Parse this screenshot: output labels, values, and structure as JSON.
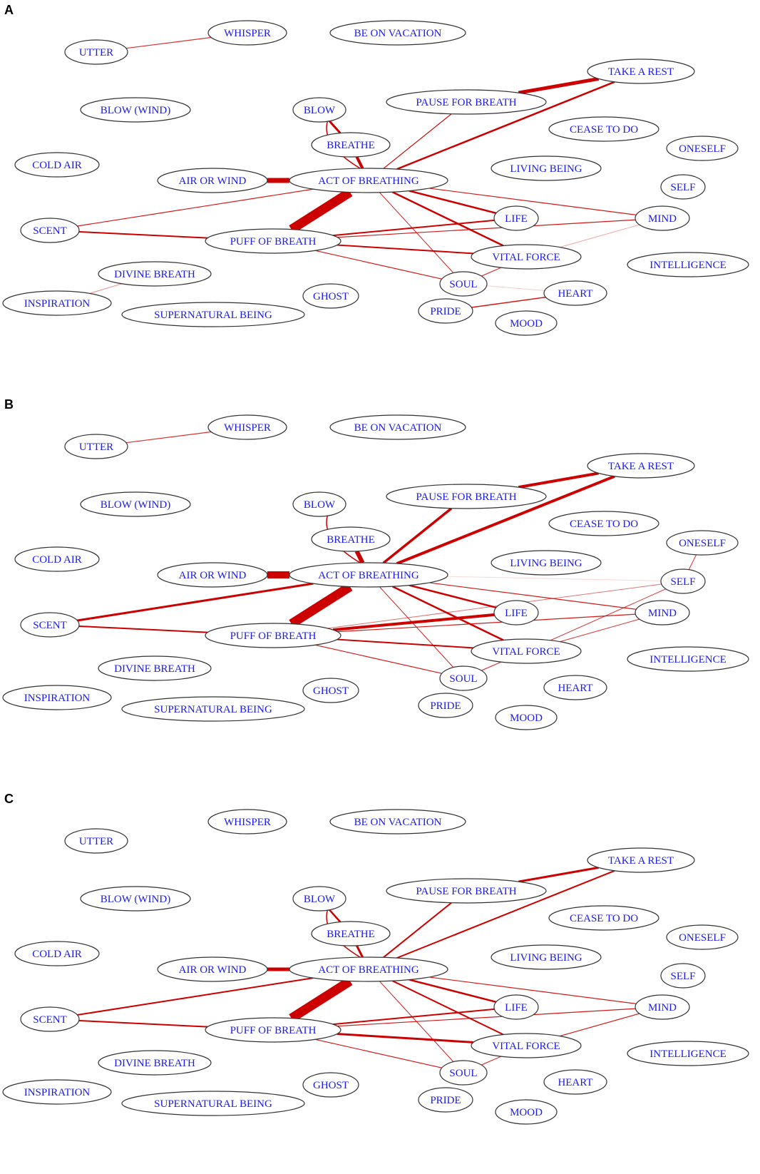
{
  "panels": [
    {
      "label": "A",
      "nodes": [
        {
          "id": "whisper",
          "label": "WHISPER"
        },
        {
          "id": "vacation",
          "label": "BE ON VACATION"
        },
        {
          "id": "utter",
          "label": "UTTER"
        },
        {
          "id": "take_rest",
          "label": "TAKE A REST"
        },
        {
          "id": "pause",
          "label": "PAUSE FOR BREATH"
        },
        {
          "id": "blow_wind",
          "label": "BLOW (WIND)"
        },
        {
          "id": "blow",
          "label": "BLOW"
        },
        {
          "id": "cease",
          "label": "CEASE TO DO"
        },
        {
          "id": "breathe",
          "label": "BREATHE"
        },
        {
          "id": "oneself",
          "label": "ONESELF"
        },
        {
          "id": "cold_air",
          "label": "COLD AIR"
        },
        {
          "id": "living",
          "label": "LIVING BEING"
        },
        {
          "id": "air_wind",
          "label": "AIR OR WIND"
        },
        {
          "id": "act",
          "label": "ACT OF BREATHING"
        },
        {
          "id": "self",
          "label": "SELF"
        },
        {
          "id": "life",
          "label": "LIFE"
        },
        {
          "id": "mind",
          "label": "MIND"
        },
        {
          "id": "scent",
          "label": "SCENT"
        },
        {
          "id": "puff",
          "label": "PUFF OF BREATH"
        },
        {
          "id": "vital",
          "label": "VITAL FORCE"
        },
        {
          "id": "intel",
          "label": "INTELLIGENCE"
        },
        {
          "id": "divine",
          "label": "DIVINE BREATH"
        },
        {
          "id": "soul",
          "label": "SOUL"
        },
        {
          "id": "ghost",
          "label": "GHOST"
        },
        {
          "id": "heart",
          "label": "HEART"
        },
        {
          "id": "inspiration",
          "label": "INSPIRATION"
        },
        {
          "id": "pride",
          "label": "PRIDE"
        },
        {
          "id": "super",
          "label": "SUPERNATURAL BEING"
        },
        {
          "id": "mood",
          "label": "MOOD"
        }
      ],
      "edges": [
        {
          "source": "utter",
          "target": "whisper",
          "weight": 1.2,
          "opacity": 0.8
        },
        {
          "source": "pause",
          "target": "take_rest",
          "weight": 5,
          "opacity": 1
        },
        {
          "source": "act",
          "target": "take_rest",
          "weight": 2.5,
          "opacity": 1
        },
        {
          "source": "act",
          "target": "pause",
          "weight": 1.2,
          "opacity": 1
        },
        {
          "source": "blow",
          "target": "breathe",
          "weight": 3,
          "opacity": 1
        },
        {
          "source": "blow",
          "target": "act",
          "weight": 1.5,
          "opacity": 1
        },
        {
          "source": "breathe",
          "target": "act",
          "weight": 4,
          "opacity": 1
        },
        {
          "source": "air_wind",
          "target": "act",
          "weight": 7,
          "opacity": 1
        },
        {
          "source": "act",
          "target": "puff",
          "weight": 13,
          "opacity": 1
        },
        {
          "source": "act",
          "target": "scent",
          "weight": 1.2,
          "opacity": 0.9
        },
        {
          "source": "act",
          "target": "life",
          "weight": 2.5,
          "opacity": 1
        },
        {
          "source": "act",
          "target": "vital",
          "weight": 2.5,
          "opacity": 1
        },
        {
          "source": "act",
          "target": "mind",
          "weight": 1.2,
          "opacity": 0.9
        },
        {
          "source": "act",
          "target": "soul",
          "weight": 1,
          "opacity": 0.9
        },
        {
          "source": "scent",
          "target": "puff",
          "weight": 2,
          "opacity": 1
        },
        {
          "source": "puff",
          "target": "life",
          "weight": 2,
          "opacity": 1
        },
        {
          "source": "puff",
          "target": "mind",
          "weight": 1.2,
          "opacity": 0.9
        },
        {
          "source": "puff",
          "target": "vital",
          "weight": 2,
          "opacity": 1
        },
        {
          "source": "puff",
          "target": "soul",
          "weight": 1.2,
          "opacity": 0.9
        },
        {
          "source": "vital",
          "target": "mind",
          "weight": 1,
          "opacity": 0.35
        },
        {
          "source": "soul",
          "target": "vital",
          "weight": 1.2,
          "opacity": 0.8
        },
        {
          "source": "soul",
          "target": "heart",
          "weight": 1,
          "opacity": 0.2
        },
        {
          "source": "pride",
          "target": "heart",
          "weight": 1.5,
          "opacity": 0.9
        },
        {
          "source": "inspiration",
          "target": "divine",
          "weight": 1,
          "opacity": 0.45
        }
      ]
    },
    {
      "label": "B",
      "nodes": [
        {
          "id": "whisper",
          "label": "WHISPER"
        },
        {
          "id": "vacation",
          "label": "BE ON VACATION"
        },
        {
          "id": "utter",
          "label": "UTTER"
        },
        {
          "id": "take_rest",
          "label": "TAKE A REST"
        },
        {
          "id": "pause",
          "label": "PAUSE FOR BREATH"
        },
        {
          "id": "blow_wind",
          "label": "BLOW (WIND)"
        },
        {
          "id": "blow",
          "label": "BLOW"
        },
        {
          "id": "cease",
          "label": "CEASE TO DO"
        },
        {
          "id": "breathe",
          "label": "BREATHE"
        },
        {
          "id": "oneself",
          "label": "ONESELF"
        },
        {
          "id": "cold_air",
          "label": "COLD AIR"
        },
        {
          "id": "living",
          "label": "LIVING BEING"
        },
        {
          "id": "air_wind",
          "label": "AIR OR WIND"
        },
        {
          "id": "act",
          "label": "ACT OF BREATHING"
        },
        {
          "id": "self",
          "label": "SELF"
        },
        {
          "id": "life",
          "label": "LIFE"
        },
        {
          "id": "mind",
          "label": "MIND"
        },
        {
          "id": "scent",
          "label": "SCENT"
        },
        {
          "id": "puff",
          "label": "PUFF OF BREATH"
        },
        {
          "id": "vital",
          "label": "VITAL FORCE"
        },
        {
          "id": "intel",
          "label": "INTELLIGENCE"
        },
        {
          "id": "divine",
          "label": "DIVINE BREATH"
        },
        {
          "id": "soul",
          "label": "SOUL"
        },
        {
          "id": "ghost",
          "label": "GHOST"
        },
        {
          "id": "heart",
          "label": "HEART"
        },
        {
          "id": "inspiration",
          "label": "INSPIRATION"
        },
        {
          "id": "pride",
          "label": "PRIDE"
        },
        {
          "id": "super",
          "label": "SUPERNATURAL BEING"
        },
        {
          "id": "mood",
          "label": "MOOD"
        }
      ],
      "edges": [
        {
          "source": "utter",
          "target": "whisper",
          "weight": 1.2,
          "opacity": 0.8
        },
        {
          "source": "pause",
          "target": "take_rest",
          "weight": 4,
          "opacity": 1
        },
        {
          "source": "act",
          "target": "take_rest",
          "weight": 4,
          "opacity": 1
        },
        {
          "source": "act",
          "target": "pause",
          "weight": 3.5,
          "opacity": 1
        },
        {
          "source": "blow",
          "target": "act",
          "weight": 1.5,
          "opacity": 1
        },
        {
          "source": "breathe",
          "target": "act",
          "weight": 6,
          "opacity": 1
        },
        {
          "source": "air_wind",
          "target": "act",
          "weight": 10,
          "opacity": 1
        },
        {
          "source": "act",
          "target": "puff",
          "weight": 13,
          "opacity": 1
        },
        {
          "source": "act",
          "target": "scent",
          "weight": 3,
          "opacity": 1
        },
        {
          "source": "act",
          "target": "life",
          "weight": 2.5,
          "opacity": 1
        },
        {
          "source": "act",
          "target": "vital",
          "weight": 2.5,
          "opacity": 1
        },
        {
          "source": "act",
          "target": "mind",
          "weight": 1.2,
          "opacity": 0.9
        },
        {
          "source": "act",
          "target": "soul",
          "weight": 1,
          "opacity": 0.9
        },
        {
          "source": "act",
          "target": "self",
          "weight": 1,
          "opacity": 0.15
        },
        {
          "source": "scent",
          "target": "puff",
          "weight": 2,
          "opacity": 1
        },
        {
          "source": "puff",
          "target": "life",
          "weight": 4,
          "opacity": 1
        },
        {
          "source": "puff",
          "target": "self",
          "weight": 1,
          "opacity": 0.55
        },
        {
          "source": "puff",
          "target": "mind",
          "weight": 1.2,
          "opacity": 0.9
        },
        {
          "source": "puff",
          "target": "vital",
          "weight": 2,
          "opacity": 1
        },
        {
          "source": "puff",
          "target": "soul",
          "weight": 1.2,
          "opacity": 0.9
        },
        {
          "source": "vital",
          "target": "self",
          "weight": 1,
          "opacity": 0.8
        },
        {
          "source": "vital",
          "target": "mind",
          "weight": 1,
          "opacity": 0.8
        },
        {
          "source": "soul",
          "target": "vital",
          "weight": 1.2,
          "opacity": 0.8
        },
        {
          "source": "self",
          "target": "oneself",
          "weight": 1,
          "opacity": 0.8
        }
      ]
    },
    {
      "label": "C",
      "nodes": [
        {
          "id": "whisper",
          "label": "WHISPER"
        },
        {
          "id": "vacation",
          "label": "BE ON VACATION"
        },
        {
          "id": "utter",
          "label": "UTTER"
        },
        {
          "id": "take_rest",
          "label": "TAKE A REST"
        },
        {
          "id": "pause",
          "label": "PAUSE FOR BREATH"
        },
        {
          "id": "blow_wind",
          "label": "BLOW (WIND)"
        },
        {
          "id": "blow",
          "label": "BLOW"
        },
        {
          "id": "cease",
          "label": "CEASE TO DO"
        },
        {
          "id": "breathe",
          "label": "BREATHE"
        },
        {
          "id": "oneself",
          "label": "ONESELF"
        },
        {
          "id": "cold_air",
          "label": "COLD AIR"
        },
        {
          "id": "living",
          "label": "LIVING BEING"
        },
        {
          "id": "air_wind",
          "label": "AIR OR WIND"
        },
        {
          "id": "act",
          "label": "ACT OF BREATHING"
        },
        {
          "id": "self",
          "label": "SELF"
        },
        {
          "id": "life",
          "label": "LIFE"
        },
        {
          "id": "mind",
          "label": "MIND"
        },
        {
          "id": "scent",
          "label": "SCENT"
        },
        {
          "id": "puff",
          "label": "PUFF OF BREATH"
        },
        {
          "id": "vital",
          "label": "VITAL FORCE"
        },
        {
          "id": "intel",
          "label": "INTELLIGENCE"
        },
        {
          "id": "divine",
          "label": "DIVINE BREATH"
        },
        {
          "id": "soul",
          "label": "SOUL"
        },
        {
          "id": "ghost",
          "label": "GHOST"
        },
        {
          "id": "heart",
          "label": "HEART"
        },
        {
          "id": "inspiration",
          "label": "INSPIRATION"
        },
        {
          "id": "pride",
          "label": "PRIDE"
        },
        {
          "id": "super",
          "label": "SUPERNATURAL BEING"
        },
        {
          "id": "mood",
          "label": "MOOD"
        }
      ],
      "edges": [
        {
          "source": "pause",
          "target": "take_rest",
          "weight": 3,
          "opacity": 1
        },
        {
          "source": "act",
          "target": "take_rest",
          "weight": 2,
          "opacity": 1
        },
        {
          "source": "act",
          "target": "pause",
          "weight": 2,
          "opacity": 1
        },
        {
          "source": "blow",
          "target": "breathe",
          "weight": 2.5,
          "opacity": 1
        },
        {
          "source": "blow",
          "target": "act",
          "weight": 1.5,
          "opacity": 1
        },
        {
          "source": "breathe",
          "target": "act",
          "weight": 3,
          "opacity": 1
        },
        {
          "source": "air_wind",
          "target": "act",
          "weight": 5,
          "opacity": 1
        },
        {
          "source": "act",
          "target": "puff",
          "weight": 13,
          "opacity": 1
        },
        {
          "source": "act",
          "target": "scent",
          "weight": 2,
          "opacity": 1
        },
        {
          "source": "act",
          "target": "life",
          "weight": 2.5,
          "opacity": 1
        },
        {
          "source": "act",
          "target": "vital",
          "weight": 2,
          "opacity": 1
        },
        {
          "source": "act",
          "target": "mind",
          "weight": 1.2,
          "opacity": 0.9
        },
        {
          "source": "act",
          "target": "soul",
          "weight": 1,
          "opacity": 0.9
        },
        {
          "source": "scent",
          "target": "puff",
          "weight": 2,
          "opacity": 1
        },
        {
          "source": "puff",
          "target": "life",
          "weight": 2,
          "opacity": 1
        },
        {
          "source": "puff",
          "target": "mind",
          "weight": 1.2,
          "opacity": 0.9
        },
        {
          "source": "puff",
          "target": "vital",
          "weight": 3,
          "opacity": 1
        },
        {
          "source": "puff",
          "target": "soul",
          "weight": 1.2,
          "opacity": 0.9
        },
        {
          "source": "vital",
          "target": "mind",
          "weight": 1.2,
          "opacity": 0.9
        },
        {
          "source": "soul",
          "target": "vital",
          "weight": 1.2,
          "opacity": 0.8
        }
      ]
    }
  ]
}
